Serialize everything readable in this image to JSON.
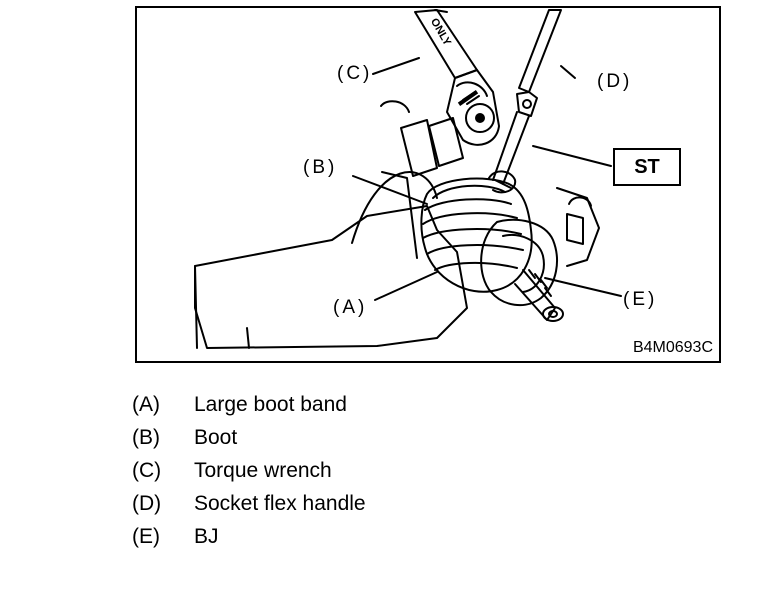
{
  "figure": {
    "id": "B4M0693C",
    "callouts": {
      "A": "(A)",
      "B": "(B)",
      "C": "(C)",
      "D": "(D)",
      "E": "(E)"
    },
    "st_label": "ST",
    "tool_text": "ONLY"
  },
  "legend": [
    {
      "key": "(A)",
      "text": "Large boot band"
    },
    {
      "key": "(B)",
      "text": "Boot"
    },
    {
      "key": "(C)",
      "text": "Torque wrench"
    },
    {
      "key": "(D)",
      "text": "Socket flex handle"
    },
    {
      "key": "(E)",
      "text": "BJ"
    }
  ]
}
